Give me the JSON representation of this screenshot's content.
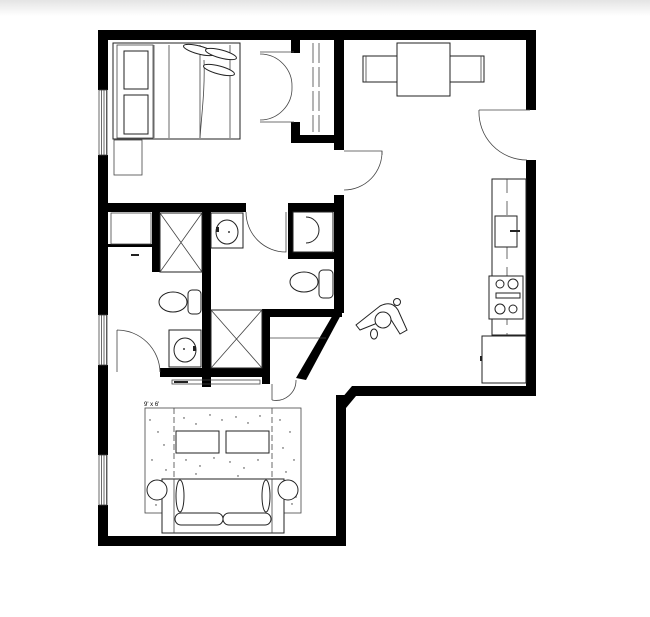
{
  "plan": {
    "type": "apartment floor plan",
    "rooms": [
      {
        "id": "bedroom",
        "furniture": [
          "queen-bed",
          "pillows",
          "nightstand",
          "closet-bifold-doors"
        ]
      },
      {
        "id": "living-dining",
        "furniture": [
          "dining-table",
          "chairs"
        ]
      },
      {
        "id": "kitchen",
        "furniture": [
          "counter",
          "sink",
          "range-4-burner",
          "refrigerator",
          "person-figure"
        ]
      },
      {
        "id": "bathroom-1",
        "furniture": [
          "shower",
          "toilet",
          "sink"
        ]
      },
      {
        "id": "bathroom-2",
        "furniture": [
          "shower",
          "toilet",
          "sink",
          "washer"
        ]
      },
      {
        "id": "living-room",
        "furniture": [
          "rug",
          "sofa",
          "side-tables",
          "ottomans"
        ]
      }
    ],
    "rug_label": "9' x 6'"
  },
  "colors": {
    "wall": "#000000",
    "line": "#222222",
    "background": "#ffffff"
  }
}
